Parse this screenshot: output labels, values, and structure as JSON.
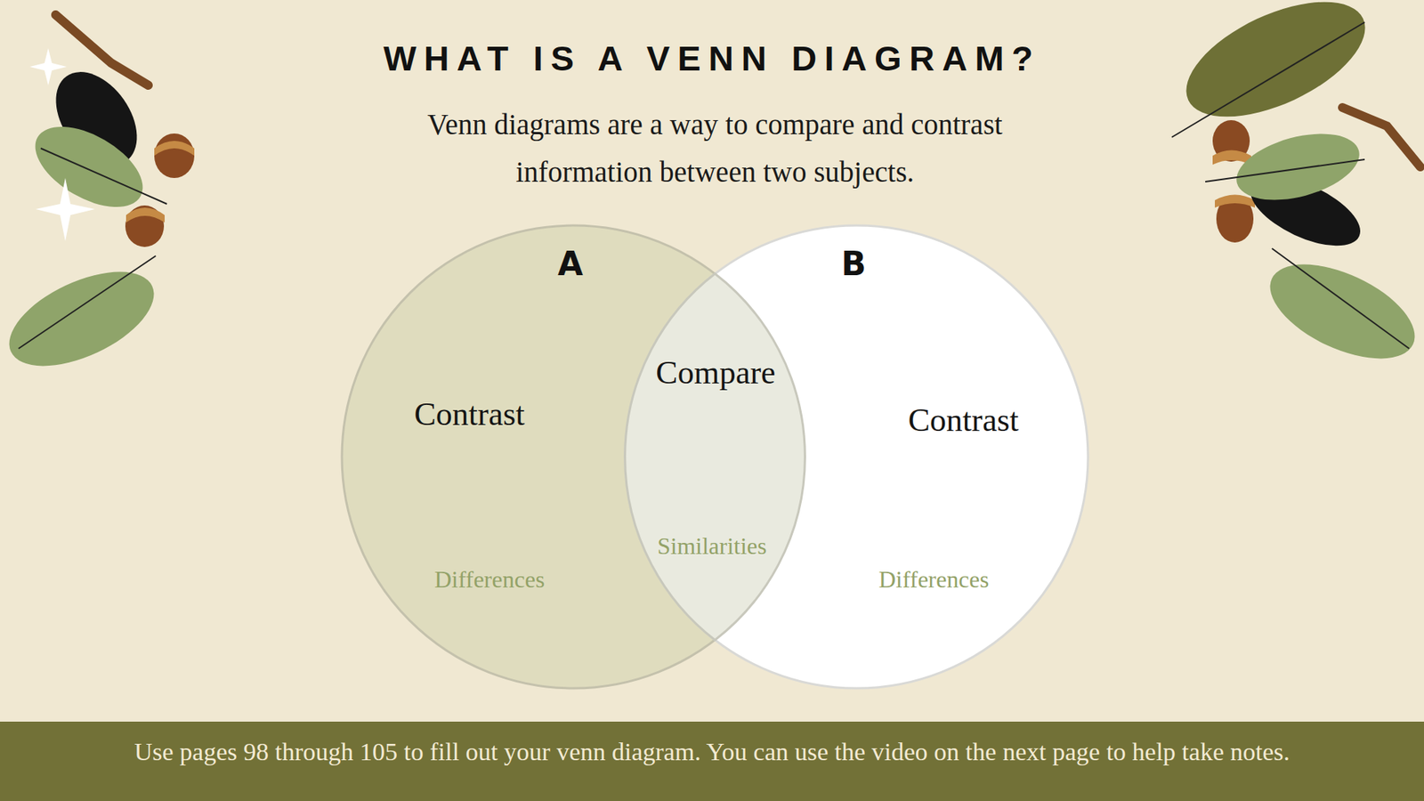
{
  "diagram": {
    "title": "WHAT IS A VENN DIAGRAM?",
    "nodes": [
      {
        "text": [
          "A",
          "Contrast",
          "Differences"
        ]
      },
      {
        "text": [
          "B",
          "Contrast",
          "Differences"
        ]
      },
      {
        "text": [
          "Compare",
          "Similarities"
        ]
      },
      {
        "text": [
          "Use pages 98 through 105 to fill out your venn diagram. You can use the video on the next page to help take notes."
        ]
      }
    ],
    "labels": [
      "Venn diagrams are a way to compare and contrast information between two subjects."
    ]
  }
}
